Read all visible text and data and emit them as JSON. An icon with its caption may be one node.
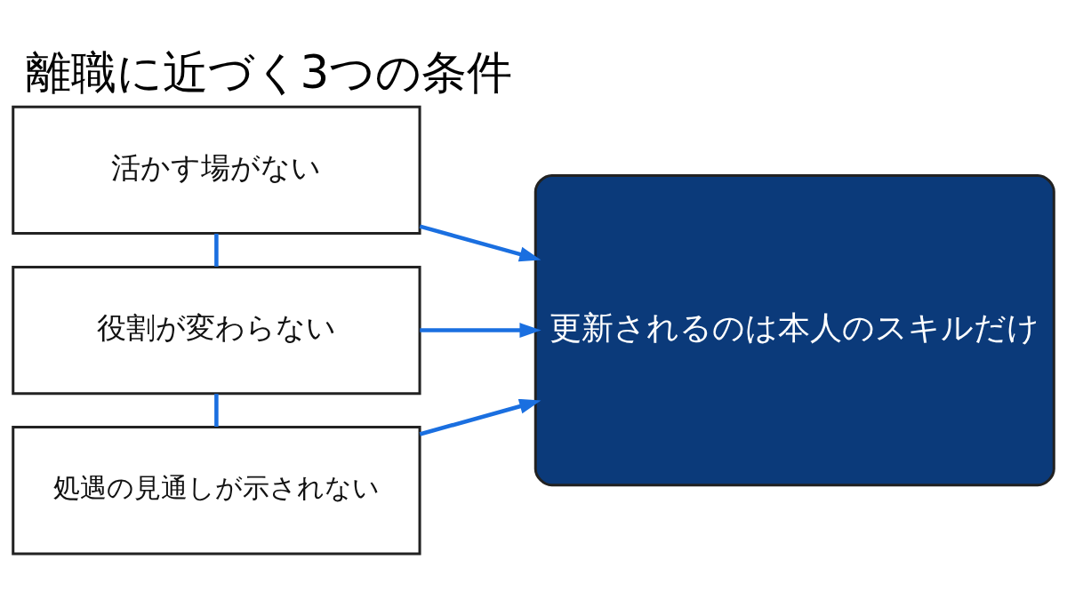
{
  "diagram": {
    "title": "離職に近づく3つの条件",
    "nodes": [
      {
        "text": [
          "活かす場がない"
        ]
      },
      {
        "text": [
          "役割が変わらない"
        ]
      },
      {
        "text": [
          "処遇の見通しが示されない"
        ]
      },
      {
        "text": [
          "更新されるのは本人のスキルだけ"
        ]
      }
    ],
    "edges": [
      {
        "from": 0,
        "to": 1,
        "arrow": "none"
      },
      {
        "from": 1,
        "to": 2,
        "arrow": "none"
      },
      {
        "from": 0,
        "to": 3,
        "arrow": "to"
      },
      {
        "from": 1,
        "to": 3,
        "arrow": "to"
      },
      {
        "from": 2,
        "to": 3,
        "arrow": "to"
      }
    ]
  }
}
